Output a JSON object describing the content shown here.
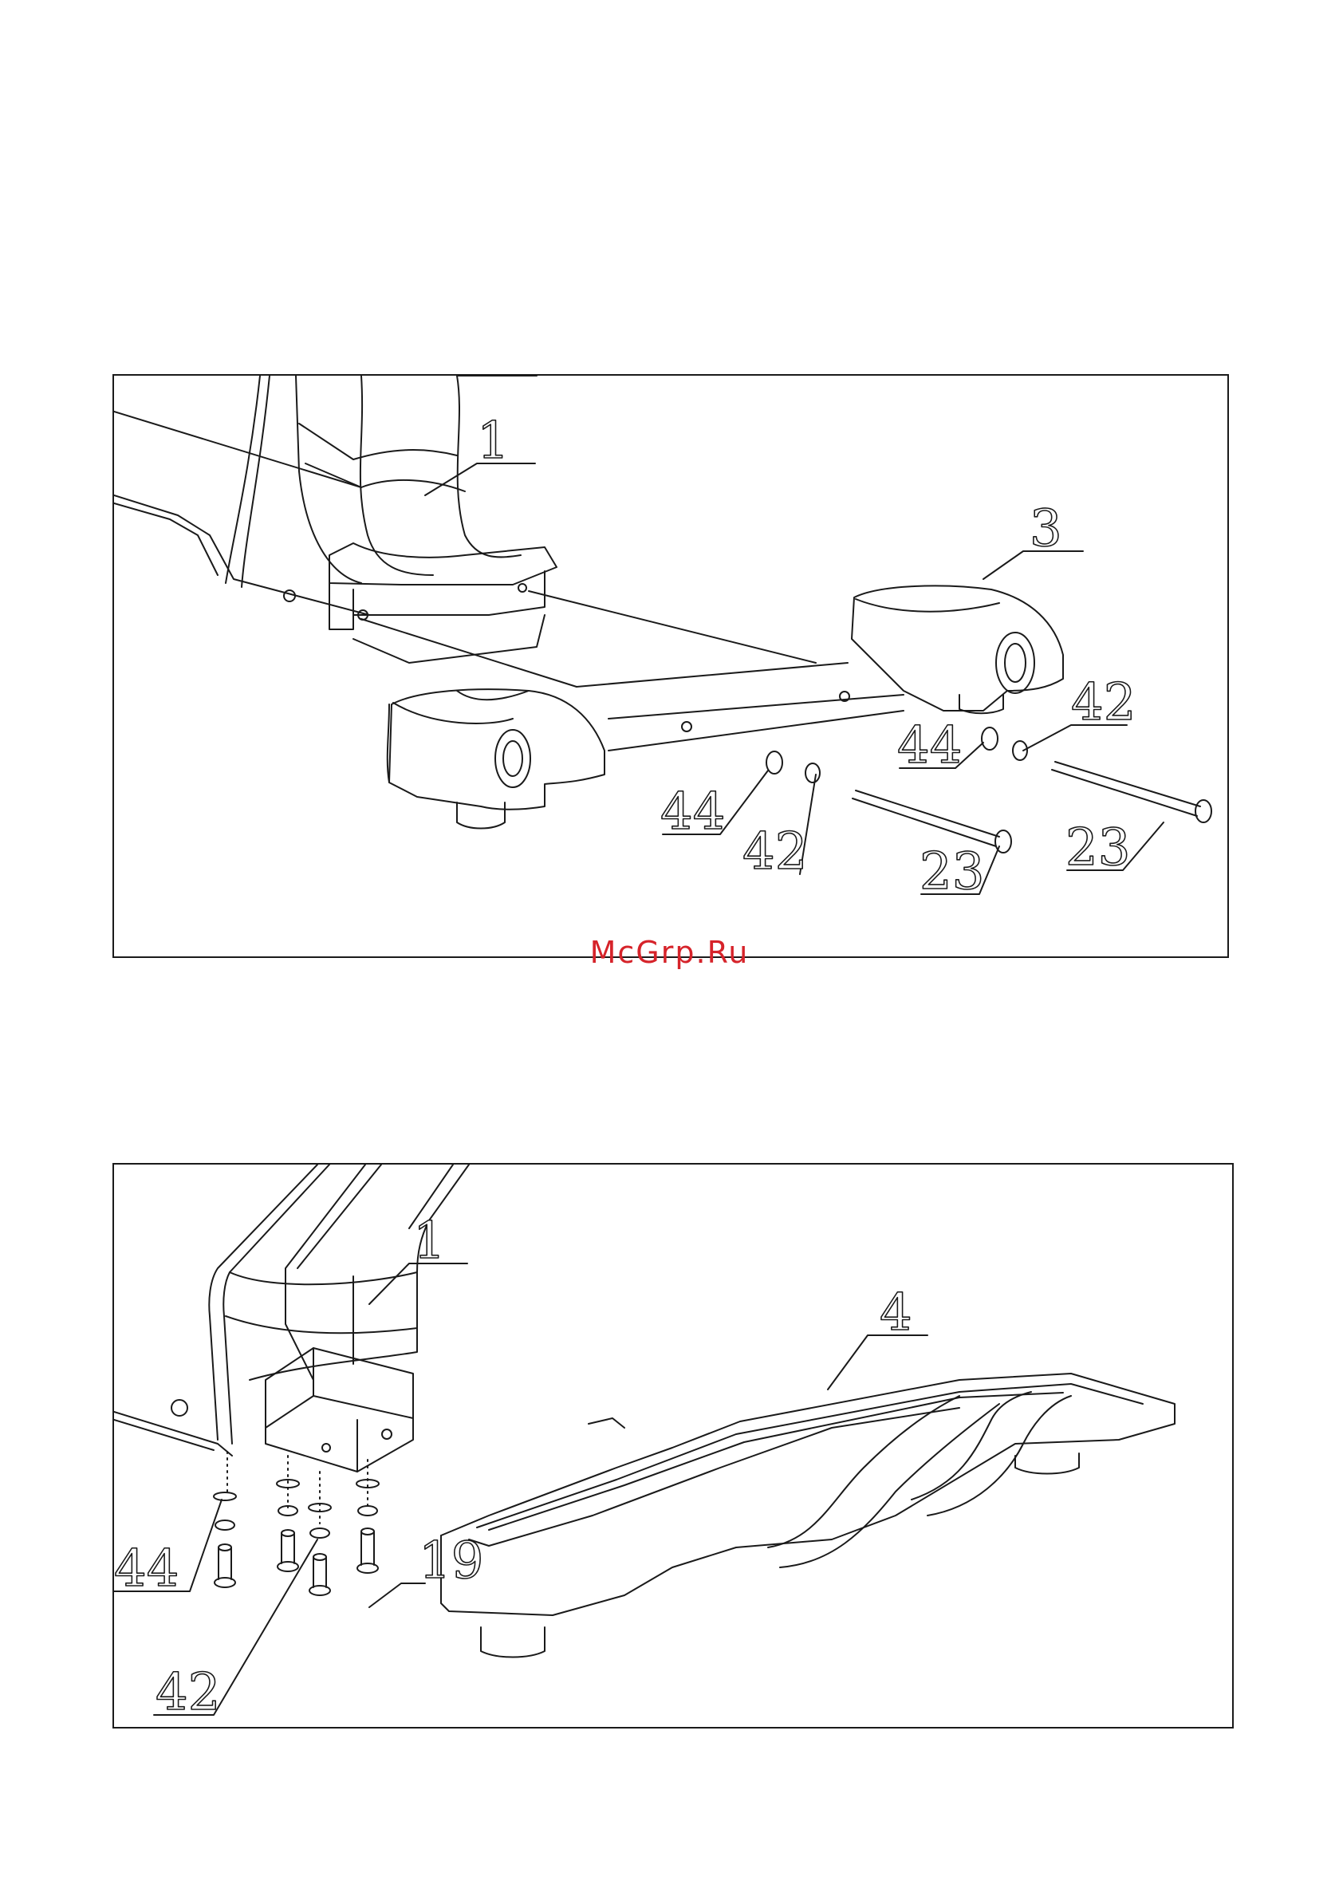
{
  "figure_1": {
    "callouts": {
      "frame": "1",
      "rear_stabilizer": "3",
      "washer_left": "44",
      "spring_washer_left": "42",
      "bolt_left": "23",
      "washer_right": "44",
      "spring_washer_right": "42",
      "bolt_right": "23"
    }
  },
  "figure_2": {
    "callouts": {
      "frame": "1",
      "front_stabilizer": "4",
      "washer": "44",
      "spring_washer": "42",
      "bolt": "19"
    }
  },
  "watermark": "McGrp.Ru"
}
